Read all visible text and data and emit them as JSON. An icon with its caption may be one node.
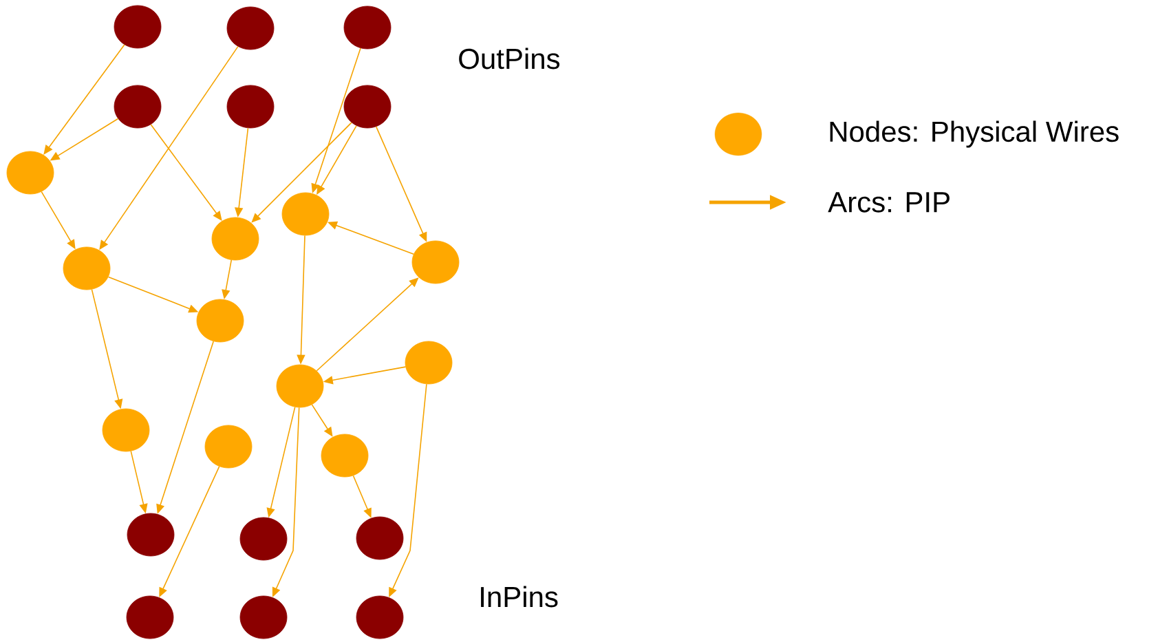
{
  "diagram": {
    "nodes": [
      {
        "text": [],
        "shape": "circle"
      },
      {
        "text": [],
        "shape": "circle"
      },
      {
        "text": [],
        "shape": "circle"
      },
      {
        "text": [],
        "shape": "circle"
      },
      {
        "text": [],
        "shape": "circle"
      },
      {
        "text": [],
        "shape": "circle"
      },
      {
        "text": [],
        "shape": "circle"
      },
      {
        "text": [],
        "shape": "circle"
      },
      {
        "text": [],
        "shape": "circle"
      },
      {
        "text": [],
        "shape": "circle"
      },
      {
        "text": [],
        "shape": "circle"
      },
      {
        "text": [],
        "shape": "circle"
      },
      {
        "text": [],
        "shape": "circle"
      },
      {
        "text": [],
        "shape": "circle"
      },
      {
        "text": [],
        "shape": "circle"
      },
      {
        "text": [],
        "shape": "circle"
      },
      {
        "text": [],
        "shape": "circle"
      },
      {
        "text": [],
        "shape": "circle"
      },
      {
        "text": [],
        "shape": "circle"
      },
      {
        "text": [],
        "shape": "circle"
      },
      {
        "text": [],
        "shape": "circle"
      },
      {
        "text": [],
        "shape": "circle"
      },
      {
        "text": [],
        "shape": "circle"
      }
    ],
    "edges": [
      {
        "from": 0,
        "to": 6,
        "arrow": "to"
      },
      {
        "from": 3,
        "to": 6,
        "arrow": "to"
      },
      {
        "from": 1,
        "to": 10,
        "arrow": "to"
      },
      {
        "from": 3,
        "to": 8,
        "arrow": "to"
      },
      {
        "from": 4,
        "to": 8,
        "arrow": "to"
      },
      {
        "from": 5,
        "to": 8,
        "arrow": "to"
      },
      {
        "from": 2,
        "to": 7,
        "arrow": "to"
      },
      {
        "from": 5,
        "to": 7,
        "arrow": "to"
      },
      {
        "from": 5,
        "to": 9,
        "arrow": "to"
      },
      {
        "from": 9,
        "to": 7,
        "arrow": "to"
      },
      {
        "from": 6,
        "to": 10,
        "arrow": "to"
      },
      {
        "from": 10,
        "to": 11,
        "arrow": "to"
      },
      {
        "from": 8,
        "to": 11,
        "arrow": "to"
      },
      {
        "from": 10,
        "to": 14,
        "arrow": "to"
      },
      {
        "from": 11,
        "to": 17,
        "arrow": "to"
      },
      {
        "from": 14,
        "to": 17,
        "arrow": "to"
      },
      {
        "from": 7,
        "to": 13,
        "arrow": "to"
      },
      {
        "from": 13,
        "to": 9,
        "arrow": "to"
      },
      {
        "from": 12,
        "to": 13,
        "arrow": "to"
      },
      {
        "from": 13,
        "to": 18,
        "arrow": "to"
      },
      {
        "from": 13,
        "to": 21,
        "arrow": "to"
      },
      {
        "from": 13,
        "to": 16,
        "arrow": "to"
      },
      {
        "from": 16,
        "to": 19,
        "arrow": "to"
      },
      {
        "from": 12,
        "to": 22,
        "arrow": "to"
      },
      {
        "from": 15,
        "to": 20,
        "arrow": "to"
      }
    ],
    "labels": [
      "OutPins",
      "InPins"
    ],
    "legend": [
      {
        "text": "Nodes: Physical Wires"
      },
      {
        "text": "Arcs: PIP"
      }
    ]
  }
}
